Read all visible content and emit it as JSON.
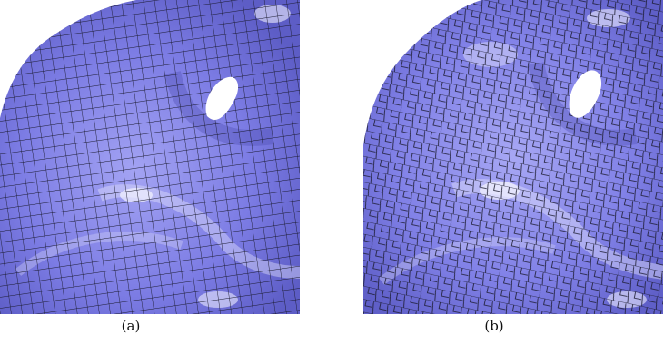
{
  "figure": {
    "panels": [
      {
        "id": "a",
        "caption": "(a)",
        "mesh": "quad-dominant",
        "surface_color": "#7e7ee6",
        "grid_color": "#1a1a2e"
      },
      {
        "id": "b",
        "caption": "(b)",
        "mesh": "polygonal",
        "surface_color": "#8484ea",
        "grid_color": "#1a1a2e"
      }
    ]
  }
}
